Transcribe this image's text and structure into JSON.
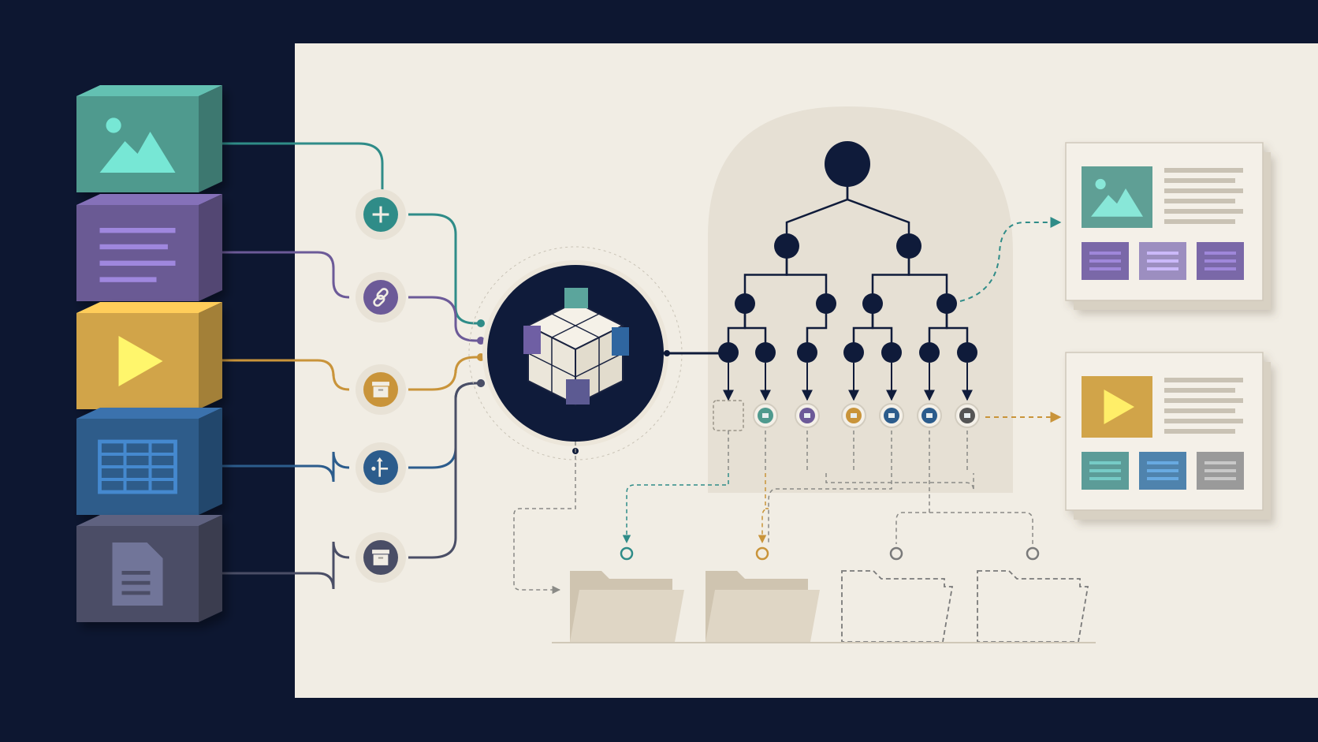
{
  "colors": {
    "background": "#0d1731",
    "canvas": "#f1ede4",
    "navy": "#0f1b3a",
    "teal": "#2f8c88",
    "purple": "#6c5a98",
    "gold": "#c9943a",
    "blue": "#2c5c8c",
    "slate": "#4a4e66",
    "folder": "#d9cfbd",
    "dash": "#8a8a86"
  },
  "sources": [
    {
      "name": "image",
      "icon": "image-icon",
      "color": "#4f9a8e"
    },
    {
      "name": "document",
      "icon": "text-lines-icon",
      "color": "#6a5a94"
    },
    {
      "name": "video",
      "icon": "play-icon",
      "color": "#d1a448"
    },
    {
      "name": "table",
      "icon": "table-icon",
      "color": "#2e5b8a"
    },
    {
      "name": "file",
      "icon": "file-icon",
      "color": "#4b4e66"
    }
  ],
  "processors": [
    {
      "icon": "plus-icon",
      "color": "#2f8c88"
    },
    {
      "icon": "link-icon",
      "color": "#6c5a98"
    },
    {
      "icon": "archive-icon",
      "color": "#c9943a"
    },
    {
      "icon": "fork-icon",
      "color": "#2c5c8c"
    },
    {
      "icon": "archive-icon",
      "color": "#4a4e66"
    }
  ],
  "hub": {
    "icon": "cube-icon"
  },
  "tree": {
    "levels": 4,
    "leaf_count": 7
  },
  "leaf_badges": [
    {
      "icon": "empty-slot-icon",
      "color": "#c8c2b6"
    },
    {
      "icon": "image-icon",
      "color": "#4f9a8e"
    },
    {
      "icon": "text-lines-icon",
      "color": "#6c5a98"
    },
    {
      "icon": "video-icon",
      "color": "#c9943a"
    },
    {
      "icon": "table-icon",
      "color": "#2c5c8c"
    },
    {
      "icon": "table-icon",
      "color": "#2c5c8c"
    },
    {
      "icon": "file-icon",
      "color": "#555555"
    }
  ],
  "outputs": [
    {
      "name": "image-page",
      "icon": "image-icon",
      "hero_color": "#5e9f95",
      "tiles": [
        "#7a68a8",
        "#9c8ec0",
        "#7a68a8"
      ]
    },
    {
      "name": "video-page",
      "icon": "play-icon",
      "hero_color": "#d1a448",
      "tiles": [
        "#5b9c98",
        "#5083ad",
        "#9a9a9a"
      ]
    }
  ],
  "folders": [
    {
      "state": "filled",
      "marker_color": "#2f8c88"
    },
    {
      "state": "filled",
      "marker_color": "#c9943a"
    },
    {
      "state": "empty",
      "marker_color": "#7a7a7a"
    },
    {
      "state": "empty",
      "marker_color": "#7a7a7a"
    }
  ]
}
